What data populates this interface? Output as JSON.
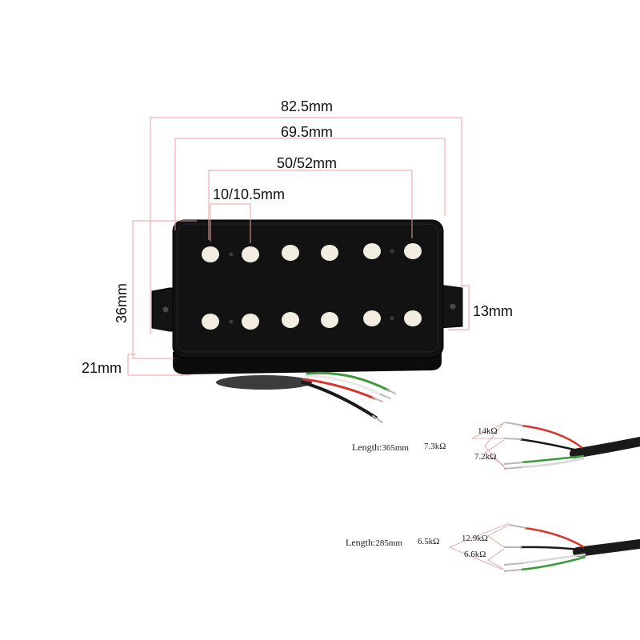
{
  "dimensions": {
    "overall_length": "82.5mm",
    "bobbin_length": "69.5mm",
    "pole_span": "50/52mm",
    "pole_spacing": "10/10.5mm",
    "height": "36mm",
    "depth": "21mm",
    "ear_height": "13mm"
  },
  "wiring": [
    {
      "length_label": "Length:",
      "length_value": "365mm",
      "total_resistance": "7.3kΩ",
      "upper_resistance": "14kΩ",
      "lower_resistance": "7.2kΩ"
    },
    {
      "length_label": "Length:",
      "length_value": "285mm",
      "total_resistance": "6.5kΩ",
      "upper_resistance": "12.9kΩ",
      "lower_resistance": "6.6kΩ"
    }
  ],
  "colors": {
    "pickup_body": "#121212",
    "pole_piece": "#f2ede1",
    "dimension_line": "#e8a2a2",
    "wire_red": "#d9342b",
    "wire_green": "#3b9b3b",
    "wire_white": "#e8e8e8",
    "cable": "#1a1a1a"
  }
}
